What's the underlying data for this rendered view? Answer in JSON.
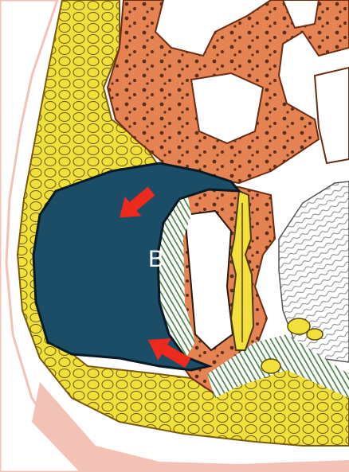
{
  "figure": {
    "labels": {
      "region_b": "B"
    },
    "colors": {
      "fat": "#f1e03a",
      "fat_outline": "#6b5a10",
      "bone": "#e58452",
      "bone_pits": "#5a2e1c",
      "mass": "#1b4d66",
      "mass_outline": "#0a1a24",
      "arrow": "#ee2a1c",
      "muscle_stripes": "#3f7d3a",
      "skin": "#f3c2b6",
      "cavity": "#ffffff",
      "ear_bones": "#f3df3e",
      "brain_striations": "#8e8e8e"
    },
    "arrows": [
      {
        "name": "upper-arrow",
        "direction": "down-left"
      },
      {
        "name": "lower-arrow",
        "direction": "up-left"
      }
    ]
  }
}
